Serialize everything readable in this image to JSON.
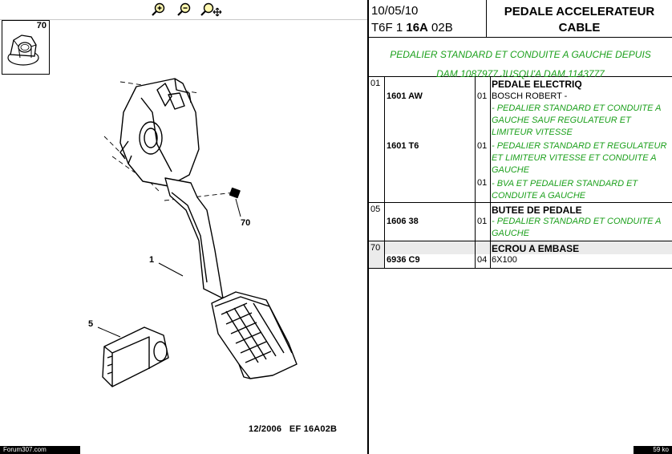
{
  "toolbar": {
    "zoom_in_icon": "zoom-in-icon",
    "zoom_out_icon": "zoom-out-icon",
    "zoom_pan_icon": "zoom-pan-icon"
  },
  "diagram": {
    "inset_number": "70",
    "callouts": {
      "c70": "70",
      "c1": "1",
      "c5": "5"
    },
    "footer_ref": "12/2006   EF 16A02B"
  },
  "header": {
    "date": "10/05/10",
    "code_prefix": "T6F 1 ",
    "code_bold": "16A",
    "code_suffix": " 02B",
    "title_line1": "PEDALE ACCELERATEUR",
    "title_line2": "CABLE"
  },
  "applicability": {
    "line1": "PEDALIER STANDARD ET CONDUITE A GAUCHE DEPUIS",
    "line2": "DAM 1087977 JUSQU'A DAM 1143777"
  },
  "groups": [
    {
      "ref": "01",
      "title": "PEDALE ELECTRIQ",
      "rows": [
        {
          "part": "1601 AW",
          "qty": "01",
          "lines": [
            "BOSCH ROBERT -",
            "- PEDALIER STANDARD ET CONDUITE A",
            "GAUCHE SAUF REGULATEUR ET",
            "LIMITEUR VITESSE"
          ]
        },
        {
          "part": "1601 T6",
          "qty": "01",
          "lines": [
            "- PEDALIER STANDARD ET REGULATEUR",
            "ET LIMITEUR VITESSE ET CONDUITE A",
            "GAUCHE"
          ]
        },
        {
          "part": "",
          "qty": "01",
          "lines": [
            "- BVA ET PEDALIER STANDARD ET",
            "CONDUITE A GAUCHE"
          ]
        }
      ]
    },
    {
      "ref": "05",
      "title": "BUTEE DE PEDALE",
      "rows": [
        {
          "part": "1606 38",
          "qty": "01",
          "lines": [
            "- PEDALIER STANDARD ET CONDUITE A",
            "GAUCHE"
          ]
        }
      ]
    },
    {
      "ref": "70",
      "title": "ECROU A EMBASE",
      "rows": [
        {
          "part": "6936 C9",
          "qty": "04",
          "lines": [
            "6X100"
          ]
        }
      ]
    }
  ],
  "status": {
    "left": "Forum307.com",
    "right": "59 ko"
  },
  "colors": {
    "green_text": "#1ca01c",
    "row_highlight": "#ebebeb"
  }
}
